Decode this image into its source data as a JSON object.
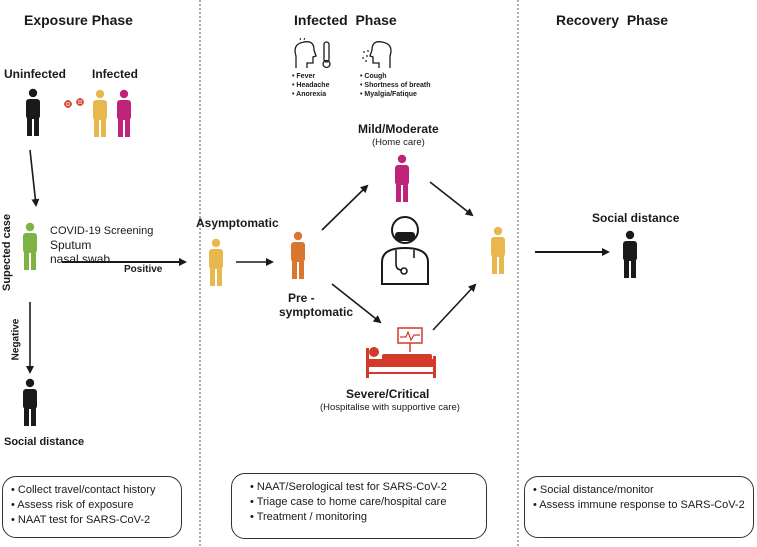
{
  "phases": {
    "exposure": "Exposure Phase",
    "infected": "Infected  Phase",
    "recovery": "Recovery  Phase"
  },
  "exposure": {
    "uninfected": "Uninfected",
    "infected": "Infected",
    "suspected_case": "Supected case",
    "screening": "COVID-19 Screening",
    "sputum": "Sputum",
    "nasal_swab": "nasal swab",
    "positive": "Positive",
    "negative": "Negative",
    "social_distance": "Social distance",
    "box": [
      "• Collect travel/contact history",
      "• Assess risk of exposure",
      "•  NAAT test for SARS-CoV-2"
    ]
  },
  "infected": {
    "symptoms_left": [
      "• Fever",
      "• Headache",
      "• Anorexia"
    ],
    "symptoms_right": [
      "• Cough",
      "• Shortness of breath",
      "• Myalgia/Fatique"
    ],
    "mild": "Mild/Moderate",
    "mild_sub": "(Home care)",
    "asymptomatic": "Asymptomatic",
    "pre_symptomatic_1": "Pre -",
    "pre_symptomatic_2": "symptomatic",
    "severe": "Severe/Critical",
    "severe_sub": "(Hospitalise with supportive care)",
    "box": [
      "• NAAT/Serological test  for SARS-CoV-2",
      "• Triage case to home care/hospital care",
      "• Treatment / monitoring"
    ]
  },
  "recovery": {
    "social_distance": "Social distance",
    "box": [
      "• Social distance/monitor",
      "• Assess immune response to SARS-CoV-2"
    ]
  },
  "colors": {
    "black": "#1a1a1a",
    "yellow": "#e8b84f",
    "magenta": "#c0247a",
    "green": "#7cb342",
    "orange": "#d9772e",
    "red": "#d23a2a"
  }
}
